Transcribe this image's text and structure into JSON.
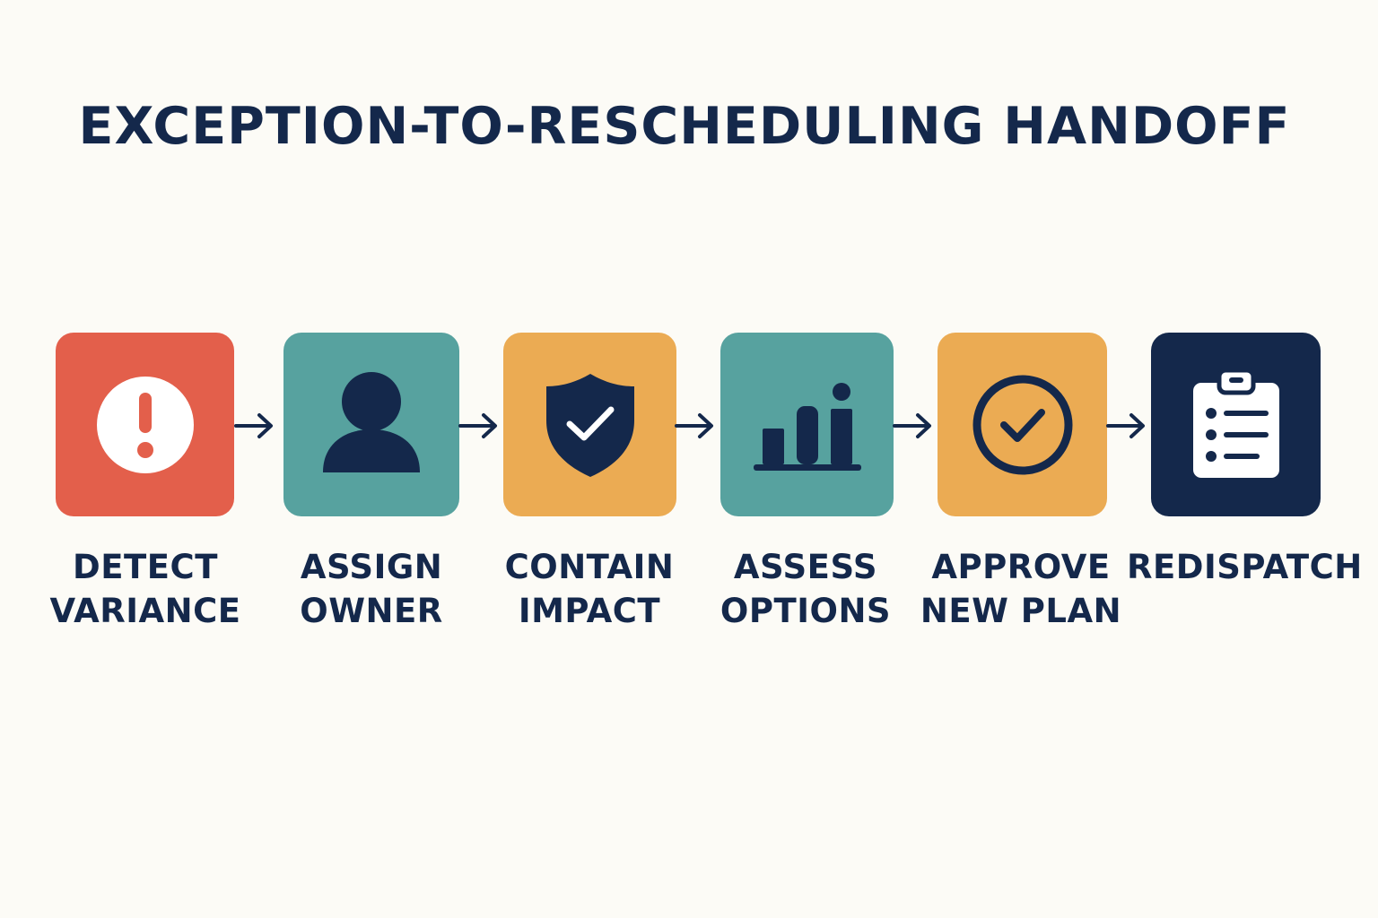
{
  "title": "EXCEPTION-TO-RESCHEDULING HANDOFF",
  "colors": {
    "background": "#fcfbf6",
    "navy": "#14284b",
    "red": "#e35f4b",
    "teal": "#57a29f",
    "amber": "#ebab53",
    "white": "#ffffff"
  },
  "steps": [
    {
      "line1": "DETECT",
      "line2": "VARIANCE",
      "icon": "exclamation-icon",
      "color": "#e35f4b"
    },
    {
      "line1": "ASSIGN",
      "line2": "OWNER",
      "icon": "person-icon",
      "color": "#57a29f"
    },
    {
      "line1": "CONTAIN",
      "line2": "IMPACT",
      "icon": "shield-check-icon",
      "color": "#ebab53"
    },
    {
      "line1": "ASSESS",
      "line2": "OPTIONS",
      "icon": "bar-chart-icon",
      "color": "#57a29f"
    },
    {
      "line1": "APPROVE",
      "line2": "NEW PLAN",
      "icon": "check-circle-icon",
      "color": "#ebab53"
    },
    {
      "line1": "REDISPATCH",
      "line2": "",
      "icon": "clipboard-list-icon",
      "color": "#14284b"
    }
  ]
}
